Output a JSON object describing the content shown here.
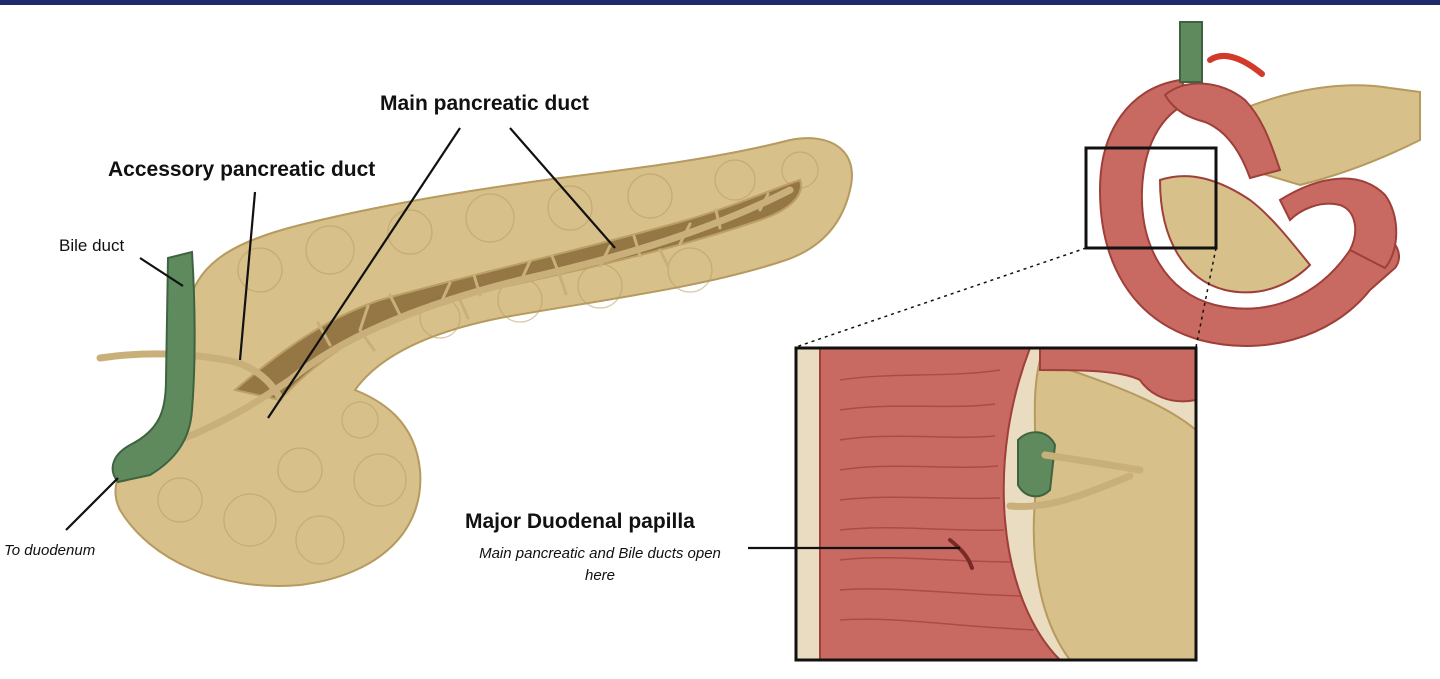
{
  "colors": {
    "top_bar": "#1f2a6b",
    "pancreas": "#d8c08a",
    "pancreas_shadow": "#b69a5e",
    "duct": "#c9b07a",
    "bile_duct": "#5f8a5e",
    "duodenum": "#c96a62",
    "duodenum_dark": "#9e3f3a"
  },
  "labels": {
    "main_pancreatic_duct": "Main pancreatic duct",
    "accessory_pancreatic_duct": "Accessory pancreatic duct",
    "bile_duct": "Bile duct",
    "to_duodenum": "To duodenum",
    "major_duodenal_papilla": "Major Duodenal papilla",
    "papilla_description": "Main pancreatic and Bile ducts open here"
  }
}
